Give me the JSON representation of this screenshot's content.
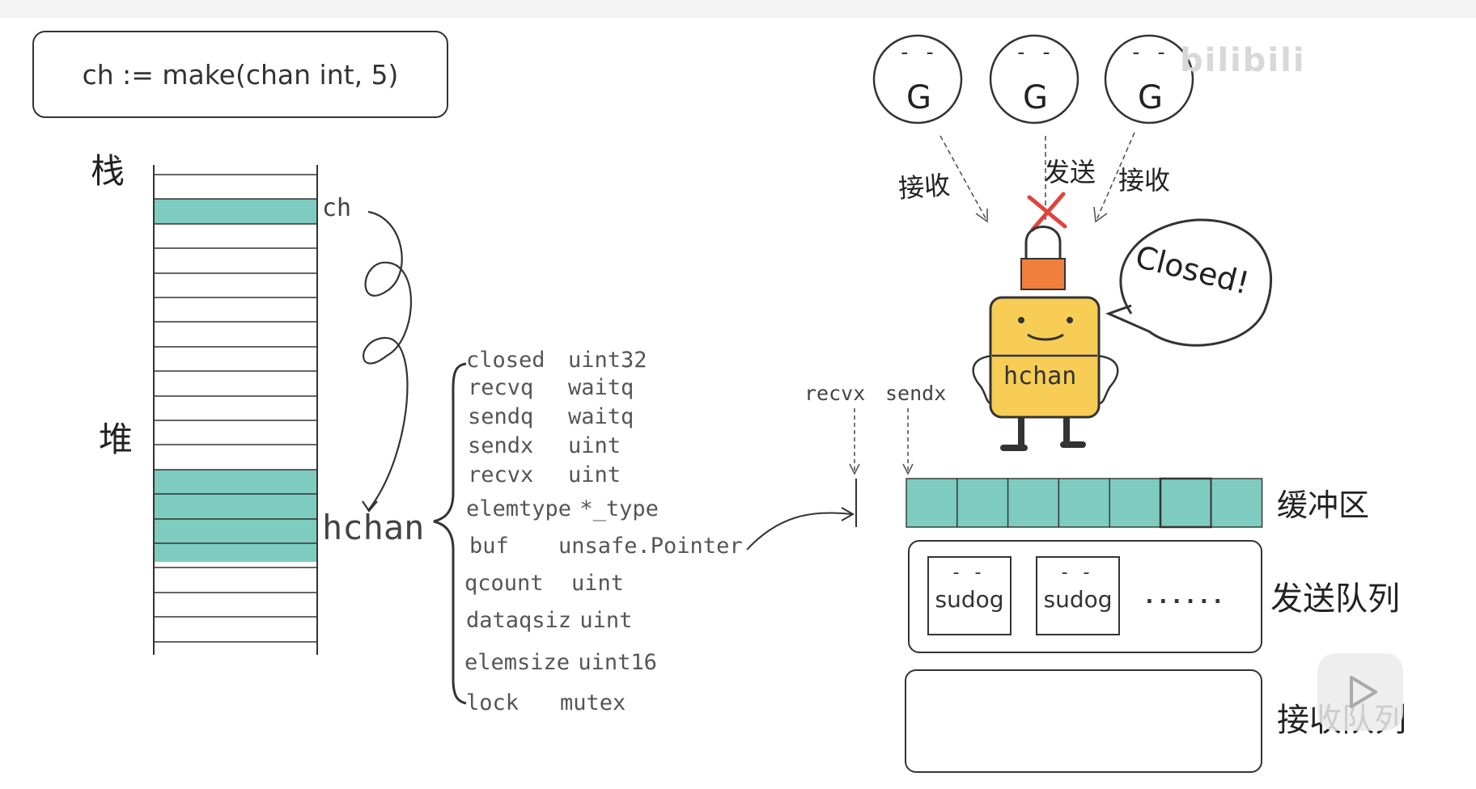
{
  "code": "ch := make(chan int, 5)",
  "labels": {
    "stack": "栈",
    "heap": "堆",
    "ch": "ch",
    "hchan_heap": "hchan",
    "recvx": "recvx",
    "sendx": "sendx",
    "buffer": "缓冲区",
    "send_queue": "发送队列",
    "recv_queue": "接收队列",
    "recv_left": "接收",
    "send_mid": "发送",
    "recv_right": "接收",
    "speech": "Closed!",
    "mascot": "hchan",
    "ellipsis": "......",
    "watermark": "bilibili"
  },
  "goroutines": [
    {
      "eyes": "- -",
      "letter": "G"
    },
    {
      "eyes": "- -",
      "letter": "G"
    },
    {
      "eyes": "- -",
      "letter": "G"
    }
  ],
  "hchan_fields": [
    {
      "name": "closed",
      "type": "uint32"
    },
    {
      "name": "recvq",
      "type": "waitq"
    },
    {
      "name": "sendq",
      "type": "waitq"
    },
    {
      "name": "sendx",
      "type": "uint"
    },
    {
      "name": "recvx",
      "type": "uint"
    },
    {
      "name": "elemtype",
      "type": "*_type"
    },
    {
      "name": "buf",
      "type": "unsafe.Pointer"
    },
    {
      "name": "qcount",
      "type": "uint"
    },
    {
      "name": "dataqsiz",
      "type": "uint"
    },
    {
      "name": "elemsize",
      "type": "uint16"
    },
    {
      "name": "lock",
      "type": "mutex"
    }
  ],
  "sudogs": [
    {
      "eyes": "- -",
      "label": "sudog"
    },
    {
      "eyes": "- -",
      "label": "sudog"
    }
  ],
  "colors": {
    "teal": "#7ecbbf",
    "lock": "#f07f3c",
    "mascot": "#f7cd55",
    "cross": "#e0443a",
    "line": "#333333"
  }
}
